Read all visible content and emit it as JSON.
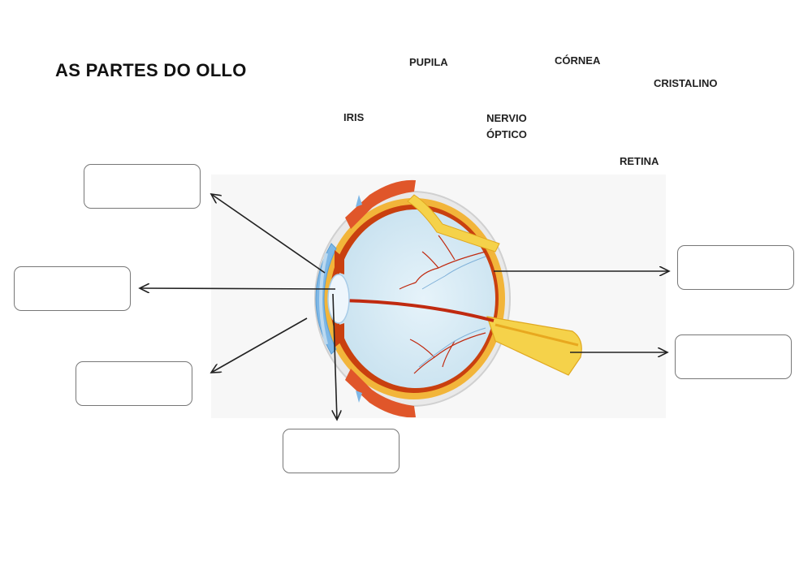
{
  "title": "AS PARTES DO OLLO",
  "word_bank": {
    "pupila": "PUPILA",
    "cornea": "CÓRNEA",
    "cristalino": "CRISTALINO",
    "iris": "IRIS",
    "nervio_line1": "NERVIO",
    "nervio_line2": "ÓPTICO",
    "retina": "RETINA"
  },
  "colors": {
    "sclera": "#f2b53a",
    "choroid": "#c9400f",
    "vitreous": "#d8ecf6",
    "cornea": "#7db7e6",
    "nerve": "#f5d24a",
    "vessel": "#c02a10",
    "arrow": "#222222"
  }
}
